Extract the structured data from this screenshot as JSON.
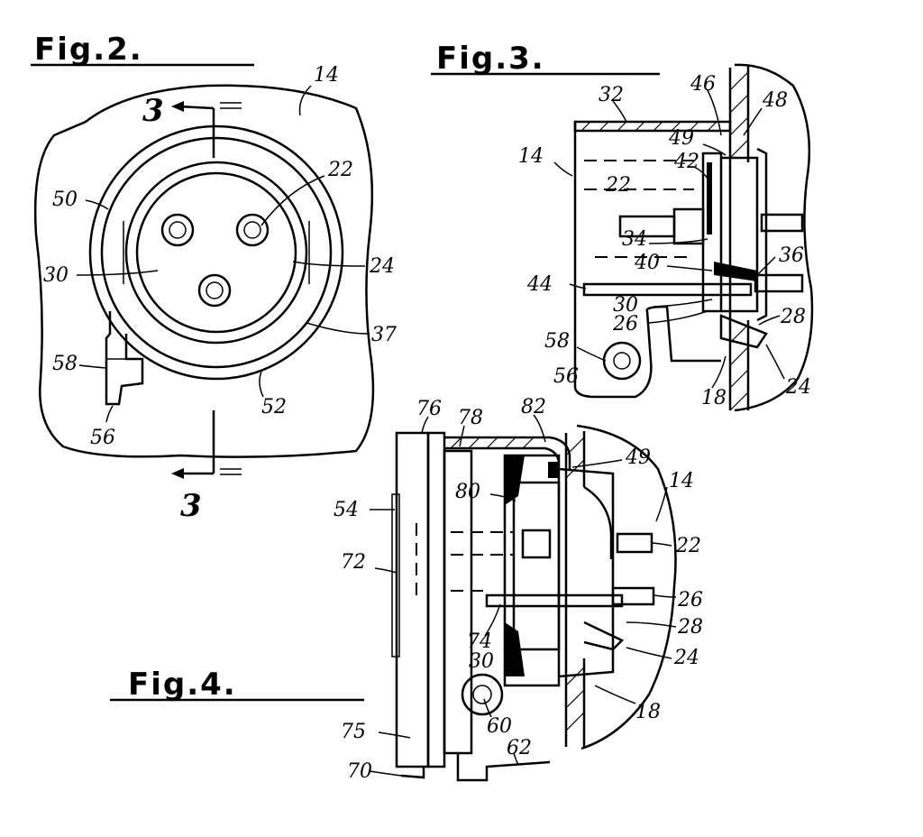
{
  "figures": {
    "fig2": {
      "title": "Fig.2.",
      "section": "3"
    },
    "fig3": {
      "title": "Fig.3."
    },
    "fig4": {
      "title": "Fig.4."
    }
  },
  "labels": {
    "fig2": [
      "14",
      "22",
      "50",
      "30",
      "24",
      "37",
      "58",
      "52",
      "56"
    ],
    "fig3": [
      "32",
      "46",
      "48",
      "49",
      "14",
      "42",
      "22",
      "34",
      "36",
      "40",
      "44",
      "30",
      "26",
      "28",
      "58",
      "56",
      "18",
      "24"
    ],
    "fig4": [
      "76",
      "78",
      "82",
      "49",
      "80",
      "14",
      "54",
      "22",
      "72",
      "26",
      "28",
      "74",
      "30",
      "24",
      "18",
      "60",
      "75",
      "62",
      "70"
    ]
  }
}
